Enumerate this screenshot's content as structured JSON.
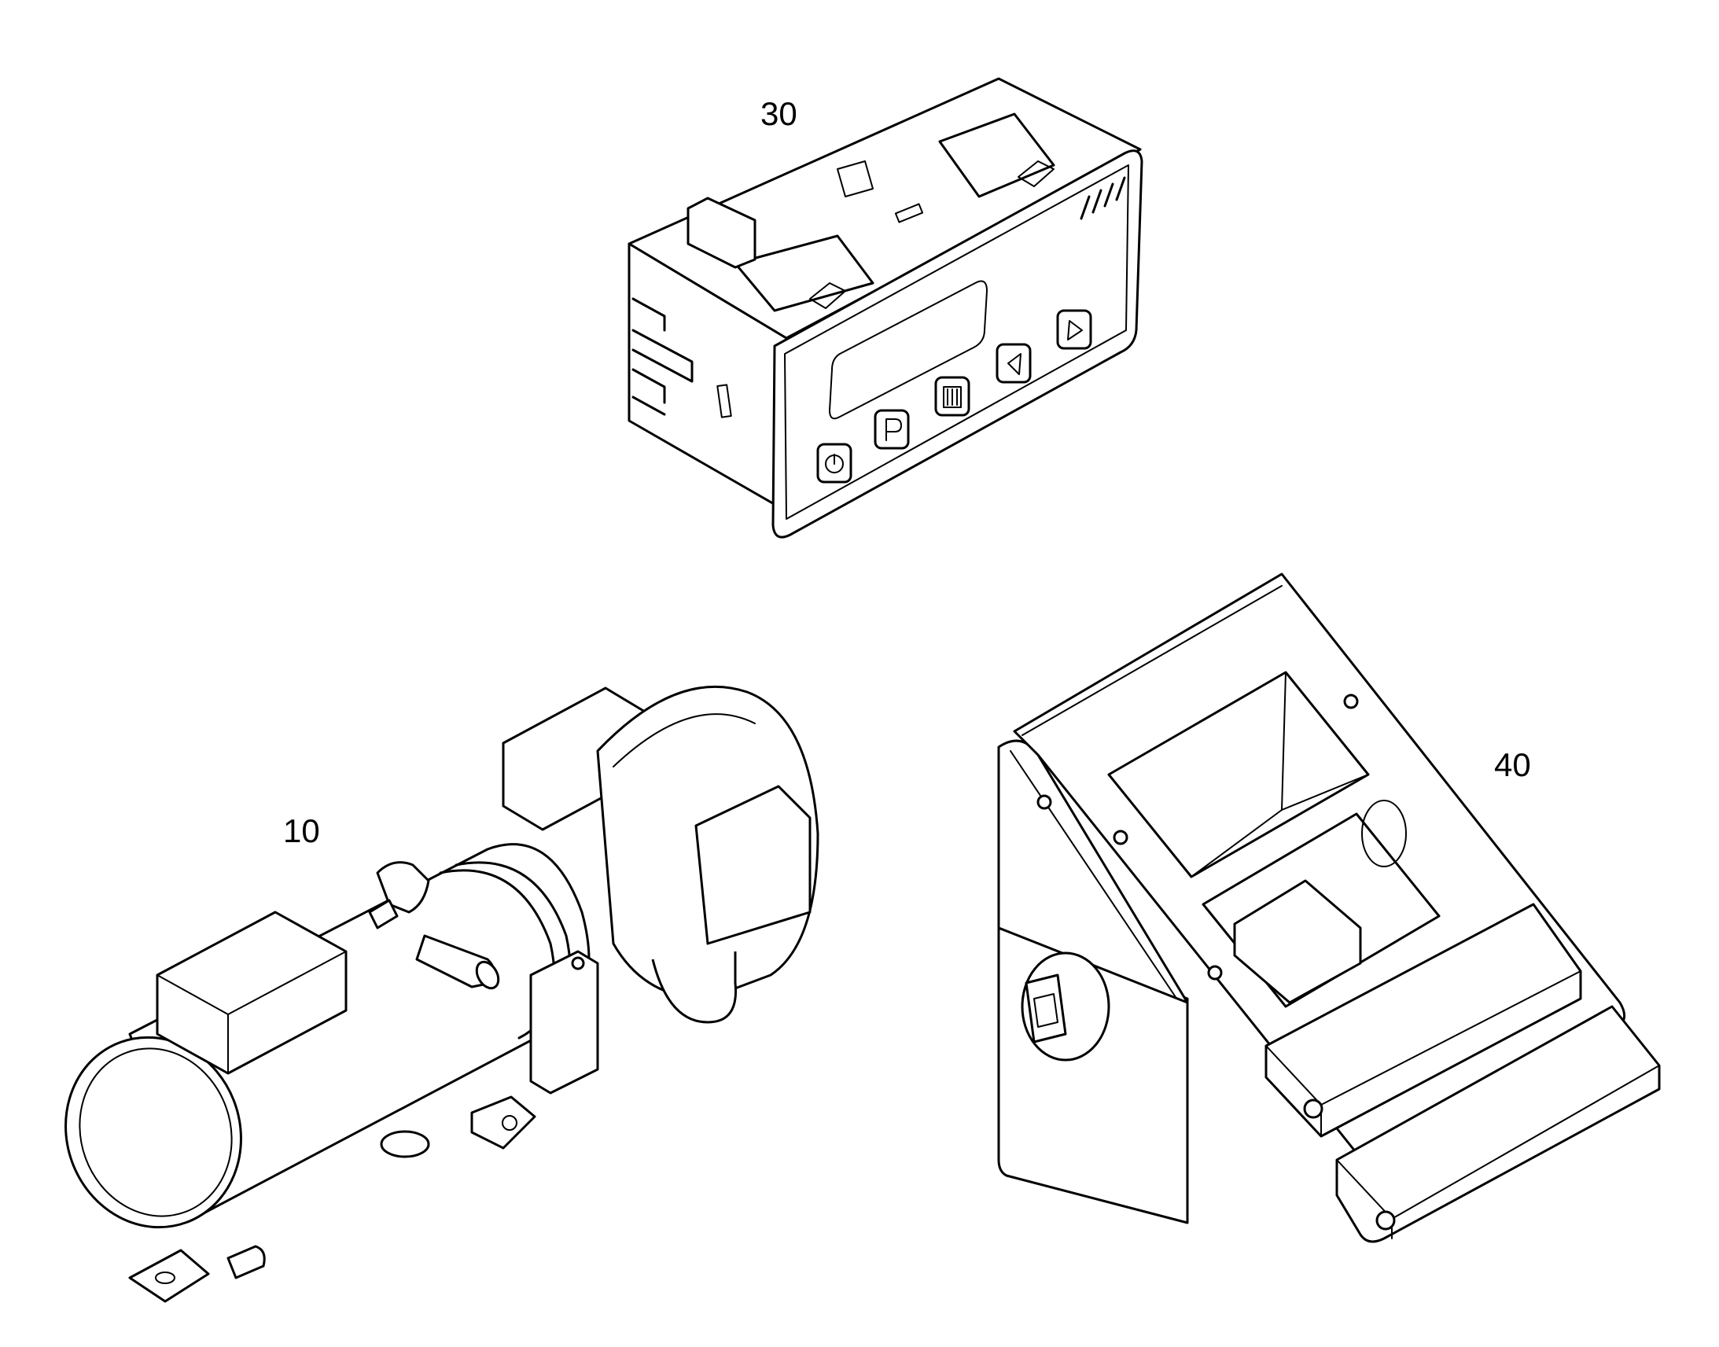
{
  "callouts": {
    "controller": "30",
    "heater": "10",
    "bracket": "40"
  }
}
